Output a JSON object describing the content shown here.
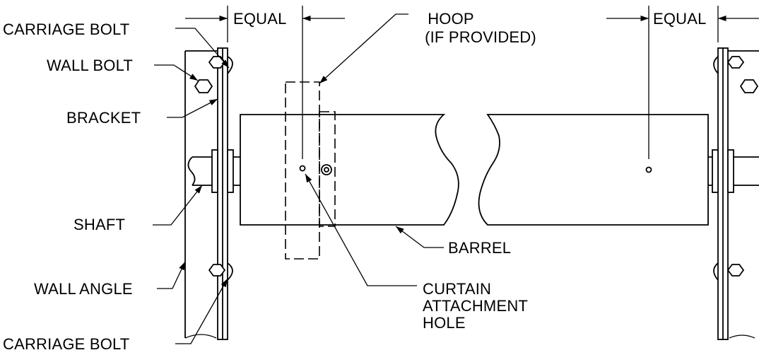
{
  "labels": {
    "carriage_bolt_top": "CARRIAGE BOLT",
    "wall_bolt": "WALL BOLT",
    "bracket": "BRACKET",
    "shaft": "SHAFT",
    "wall_angle": "WALL ANGLE",
    "carriage_bolt_bottom": "CARRIAGE BOLT",
    "equal_left": "EQUAL",
    "equal_right": "EQUAL",
    "hoop_line1": "HOOP",
    "hoop_line2": "(IF PROVIDED)",
    "barrel": "BARREL",
    "curtain_line1": "CURTAIN",
    "curtain_line2": "ATTACHMENT",
    "curtain_line3": "HOLE"
  }
}
